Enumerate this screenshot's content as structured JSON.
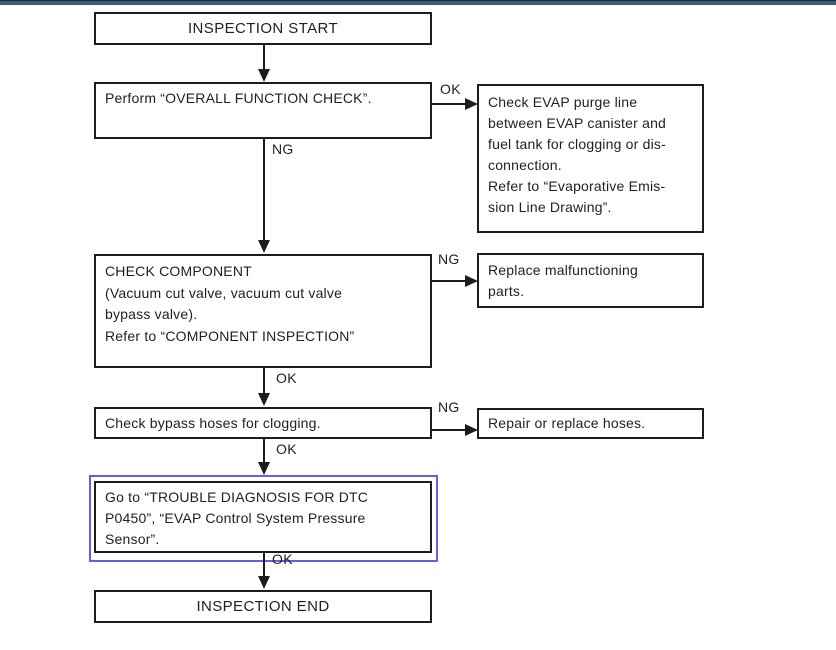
{
  "page": {
    "top_bar_color": "#3e5c78",
    "background": "#ffffff"
  },
  "flowchart": {
    "colors": {
      "line": "#1c1c1c",
      "highlight_border": "#6161dd"
    },
    "nodes": {
      "inspection_start": {
        "lines": [
          "INSPECTION START"
        ]
      },
      "overall_function_check": {
        "lines": [
          "Perform “OVERALL FUNCTION CHECK”."
        ]
      },
      "evap_purge_line": {
        "lines": [
          "Check EVAP purge line",
          "between EVAP canister and",
          "fuel tank for clogging or dis-",
          "connection.",
          "Refer to “Evaporative Emis-",
          "sion Line Drawing”."
        ]
      },
      "check_component": {
        "lines": [
          "CHECK COMPONENT",
          "(Vacuum cut valve, vacuum cut valve",
          "bypass valve).",
          "Refer to “COMPONENT INSPECTION”"
        ]
      },
      "replace_parts": {
        "lines": [
          "Replace malfunctioning",
          "parts."
        ]
      },
      "check_bypass_hoses": {
        "lines": [
          "Check bypass hoses for clogging."
        ]
      },
      "repair_hoses": {
        "lines": [
          "Repair or replace hoses."
        ]
      },
      "goto_trouble_diagnosis": {
        "lines": [
          "Go to “TROUBLE DIAGNOSIS FOR DTC",
          "P0450”, “EVAP Control System Pressure",
          "Sensor”."
        ]
      },
      "inspection_end": {
        "lines": [
          "INSPECTION END"
        ]
      }
    },
    "edge_labels": {
      "overall_ok": "OK",
      "overall_ng": "NG",
      "component_ng": "NG",
      "component_ok": "OK",
      "hoses_ng": "NG",
      "hoses_ok": "OK",
      "goto_ok": "OK"
    }
  }
}
